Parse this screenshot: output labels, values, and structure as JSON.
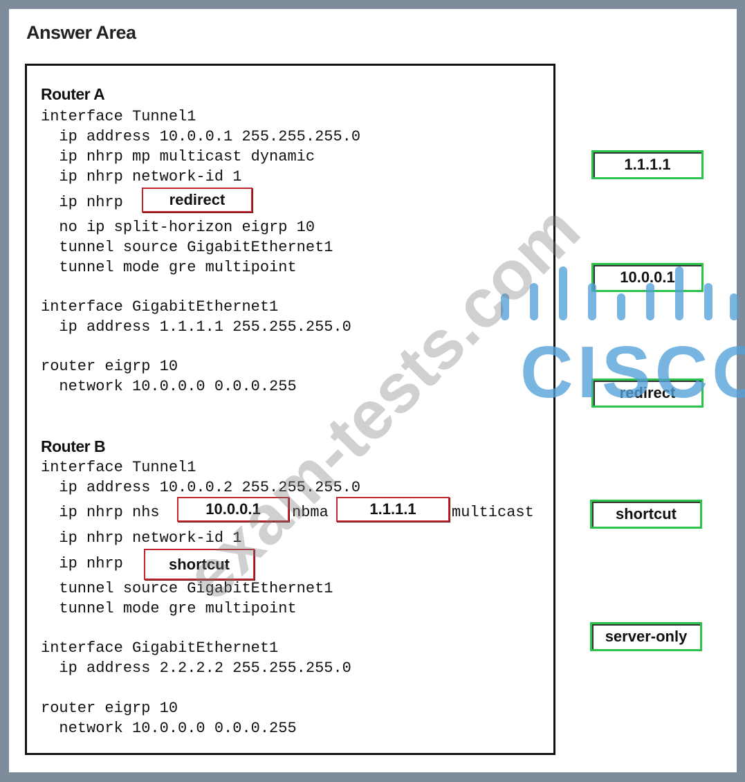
{
  "title": "Answer Area",
  "router_a": {
    "heading": "Router A",
    "lines": [
      "interface Tunnel1",
      "  ip address 10.0.0.1 255.255.255.0",
      "  ip nhrp mp multicast dynamic",
      "  ip nhrp network-id 1",
      "  ip nhrp",
      "  no ip split-horizon eigrp 10",
      "  tunnel source GigabitEthernet1",
      "  tunnel mode gre multipoint",
      "interface GigabitEthernet1",
      "  ip address 1.1.1.1 255.255.255.0",
      "router eigrp 10",
      "  network 10.0.0.0 0.0.0.255"
    ],
    "slot": "redirect"
  },
  "router_b": {
    "heading": "Router B",
    "lines": [
      "interface Tunnel1",
      "  ip address 10.0.0.2 255.255.255.0",
      "  ip nhrp nhs",
      "nbma",
      "multicast",
      "  ip nhrp network-id 1",
      "  ip nhrp",
      "  tunnel source GigabitEthernet1",
      "  tunnel mode gre multipoint",
      "interface GigabitEthernet1",
      "  ip address 2.2.2.2 255.255.255.0",
      "router eigrp 10",
      "  network 10.0.0.0 0.0.0.255"
    ],
    "slot_nhs": "10.0.0.1",
    "slot_nbma": "1.1.1.1",
    "slot_nhrp": "shortcut"
  },
  "options": [
    "1.1.1.1",
    "10.0.0.1",
    "redirect",
    "shortcut",
    "server-only"
  ],
  "watermark": "exam-tests.com",
  "logo_text": "CISCO",
  "colors": {
    "background": "#7e8b9a",
    "slot_border": "#c0262c",
    "option_border": "#29c24a",
    "logo": "#52a0d7"
  }
}
